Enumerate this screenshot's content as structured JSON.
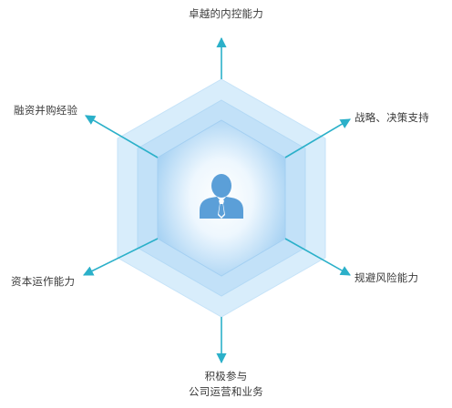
{
  "capabilities": {
    "top": "卓越的内控能力",
    "upper_right": "战略、决策支持",
    "lower_right": "规避风险能力",
    "bottom_line1": "积极参与",
    "bottom_line2": "公司运营和业务",
    "lower_left": "资本运作能力",
    "upper_left": "融资并购经验"
  },
  "center_icon": "person-with-tie-icon",
  "colors": {
    "axis": "#2bb0c9",
    "hex_outer": "#d6ecfb",
    "hex_middle": "#bfe0f8",
    "hex_inner_edge": "#a9d3f4",
    "hex_center": "#eaf5fe",
    "icon": "#5b9fd8"
  }
}
